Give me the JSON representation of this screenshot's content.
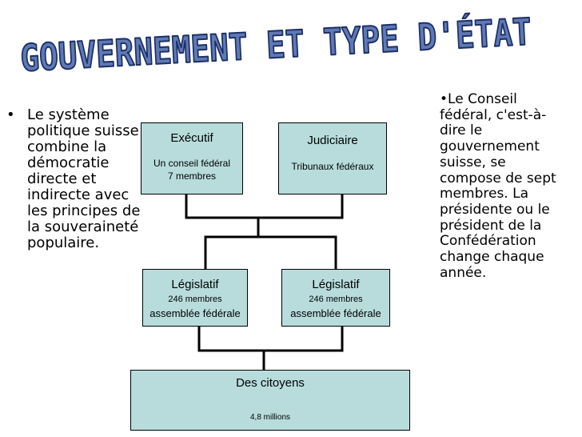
{
  "title": "GOUVERNEMENT ET TYPE D'ÉTAT",
  "left_text": {
    "bullet": "•",
    "text": "Le système politique suisse combine la démocratie directe et indirecte avec les principes de la souveraineté populaire."
  },
  "right_text": {
    "bullet": "•",
    "text": "Le Conseil fédéral, c'est-à-dire le gouvernement suisse, se compose de sept membres. La présidente ou le président de la Confédération change chaque année."
  },
  "diagram": {
    "executif": {
      "title": "Exécutif",
      "line1": "Un conseil fédéral",
      "line2": "7 membres"
    },
    "judiciaire": {
      "title": "Judiciaire",
      "line1": "Tribunaux fédéraux"
    },
    "legislatif_1": {
      "title": "Législatif",
      "line1": "246 membres",
      "line2": "assemblée fédérale"
    },
    "legislatif_2": {
      "title": "Législatif",
      "line1": "246 membres",
      "line2": "assemblée fédérale"
    },
    "citoyens": {
      "title": "Des citoyens",
      "line1": "4,8 millions"
    }
  },
  "colors": {
    "title_fill": "#5f79b4",
    "title_outline": "#1c2f66",
    "box_fill": "#b8dcdc",
    "connector": "#000000"
  }
}
